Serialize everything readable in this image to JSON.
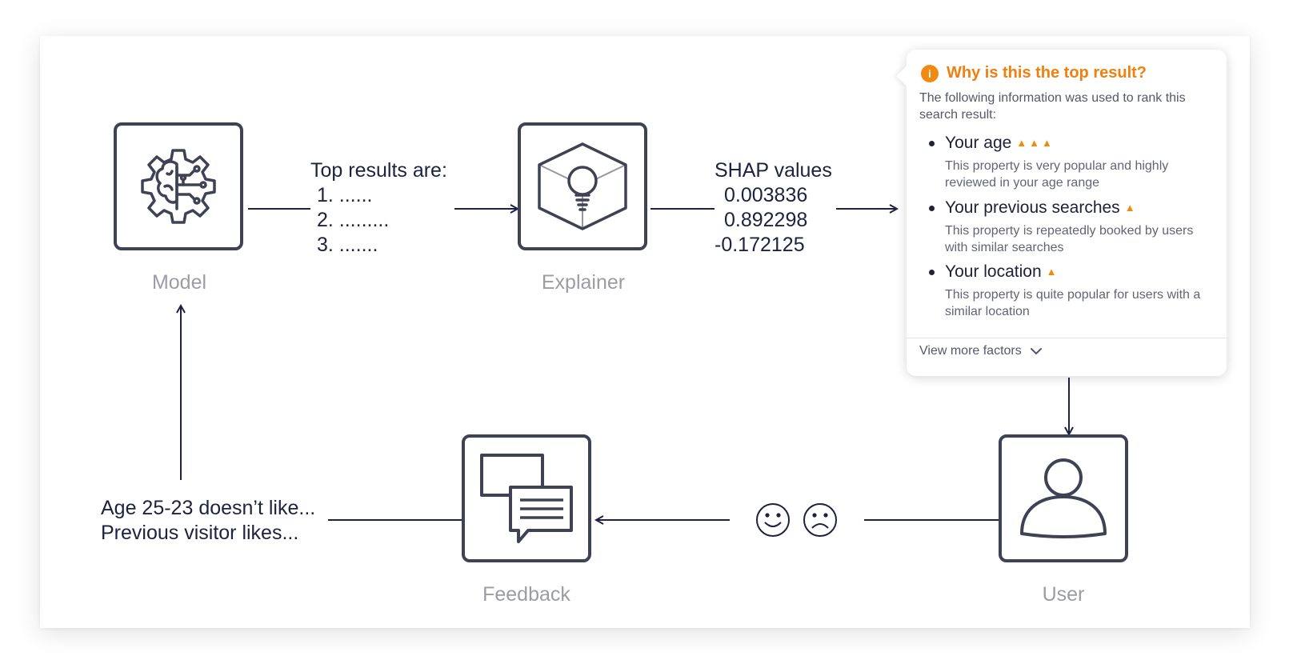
{
  "nodes": {
    "model": "Model",
    "explainer": "Explainer",
    "feedback": "Feedback",
    "user": "User"
  },
  "top_results": {
    "heading": "Top results are:",
    "items": [
      "1. ......",
      "2. .........",
      "3. ......."
    ]
  },
  "shap": {
    "heading": "SHAP values",
    "values": [
      "0.003836",
      "0.892298",
      "-0.172125"
    ]
  },
  "feedback_text": {
    "line1": "Age 25-23 doesn’t like...",
    "line2": "Previous visitor likes..."
  },
  "popup": {
    "title": "Why is this the top result?",
    "intro": "The following information was used to rank this search result:",
    "factors": [
      {
        "title": "Your age",
        "indicator": "▲▲▲",
        "level": 3,
        "description": "This property is very popular and highly reviewed in your age range"
      },
      {
        "title": "Your previous searches",
        "indicator": "▲",
        "level": 1,
        "description": "This property is repeatedly booked by users with similar searches"
      },
      {
        "title": "Your location",
        "indicator": "▲",
        "level": 1,
        "description": "This property is quite popular for users with a similar location"
      }
    ],
    "view_more": "View more factors",
    "accent_color": "#f38a10"
  },
  "icons": [
    "brain-gear-icon",
    "lightbulb-cube-icon",
    "chat-bubbles-icon",
    "user-icon",
    "smiley-icon",
    "frowny-icon",
    "info-icon",
    "chevron-down-icon"
  ]
}
